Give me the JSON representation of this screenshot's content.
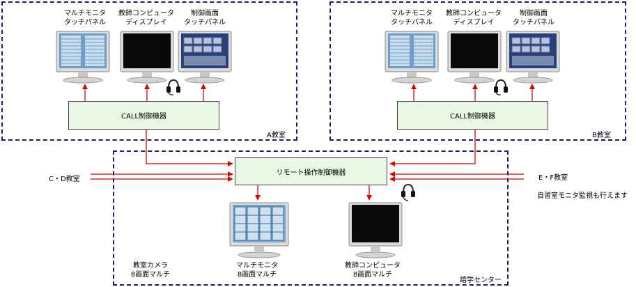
{
  "roomA": {
    "label": "A教室",
    "monitors": [
      {
        "line1": "マルチモニタ",
        "line2": "タッチパネル"
      },
      {
        "line1": "教師コンピュータ",
        "line2": "ディスプレイ"
      },
      {
        "line1": "制御画面",
        "line2": "タッチパネル"
      }
    ],
    "controller": "CALL制御機器"
  },
  "roomB": {
    "label": "B教室",
    "monitors": [
      {
        "line1": "マルチモニタ",
        "line2": "タッチパネル"
      },
      {
        "line1": "教師コンピュータ",
        "line2": "ディスプレイ"
      },
      {
        "line1": "制御画面",
        "line2": "タッチパネル"
      }
    ],
    "controller": "CALL制御機器"
  },
  "center": {
    "label": "語学センター",
    "controller": "リモート操作制御機器",
    "left_note": {
      "line1": "教室カメラ",
      "line2": "8画面マルチ"
    },
    "multi_monitor": {
      "line1": "マルチモニタ",
      "line2": "8画面マルチ"
    },
    "teacher_pc": {
      "line1": "教師コンピュータ",
      "line2": "8画面マルチ"
    }
  },
  "external": {
    "left": "C・D教室",
    "right": "E・F教室",
    "right_note": "自習室モニタ監視も行えます"
  },
  "colors": {
    "arrow": "#e00000",
    "room_border": "#1a1a6e",
    "box_fill": "#e9f8e4"
  }
}
